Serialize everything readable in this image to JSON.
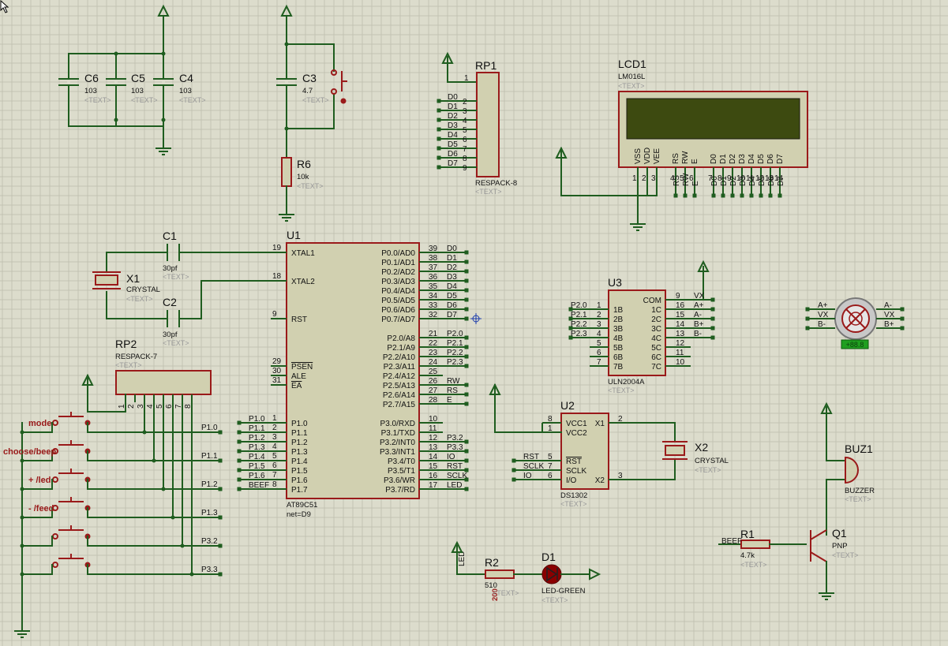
{
  "components": {
    "c6": {
      "ref": "C6",
      "value": "103",
      "text": "<TEXT>"
    },
    "c5": {
      "ref": "C5",
      "value": "103",
      "text": "<TEXT>"
    },
    "c4": {
      "ref": "C4",
      "value": "103",
      "text": "<TEXT>"
    },
    "c3": {
      "ref": "C3",
      "value": "4.7",
      "text": "<TEXT>"
    },
    "r6": {
      "ref": "R6",
      "value": "10k",
      "text": "<TEXT>"
    },
    "rp1": {
      "ref": "RP1",
      "type": "RESPACK-8",
      "text": "<TEXT>"
    },
    "lcd1": {
      "ref": "LCD1",
      "type": "LM016L",
      "text": "<TEXT>"
    },
    "c1": {
      "ref": "C1",
      "value": "30pf",
      "text": "<TEXT>"
    },
    "c2": {
      "ref": "C2",
      "value": "30pf",
      "text": "<TEXT>"
    },
    "x1": {
      "ref": "X1",
      "type": "CRYSTAL",
      "text": "<TEXT>"
    },
    "rp2": {
      "ref": "RP2",
      "type": "RESPACK-7",
      "text": "<TEXT>"
    },
    "u1": {
      "ref": "U1",
      "type": "AT89C51",
      "net": "net=D9"
    },
    "u3": {
      "ref": "U3",
      "type": "ULN2004A",
      "text": "<TEXT>"
    },
    "u2": {
      "ref": "U2",
      "type": "DS1302",
      "text": "<TEXT>"
    },
    "x2": {
      "ref": "X2",
      "type": "CRYSTAL",
      "text": "<TEXT>"
    },
    "buz1": {
      "ref": "BUZ1",
      "type": "BUZZER",
      "text": "<TEXT>"
    },
    "q1": {
      "ref": "Q1",
      "type": "PNP",
      "text": "<TEXT>"
    },
    "r1": {
      "ref": "R1",
      "value": "4.7k",
      "text": "<TEXT>"
    },
    "r2": {
      "ref": "R2",
      "value": "510",
      "overlay": "200",
      "text": "<TEXT>"
    },
    "d1": {
      "ref": "D1",
      "type": "LED-GREEN",
      "text": "<TEXT>"
    },
    "motor_counter": "+88.8"
  },
  "buttons": [
    "mode",
    "choose/beep",
    "+ /led",
    "-  /feed"
  ],
  "button_nets": [
    "P1.0",
    "P1.1",
    "P1.2",
    "P1.3",
    "P3.2",
    "P3.3"
  ],
  "rp1_pins": [
    {
      "net": "D0",
      "pin": "2"
    },
    {
      "net": "D1",
      "pin": "3"
    },
    {
      "net": "D2",
      "pin": "4"
    },
    {
      "net": "D3",
      "pin": "5"
    },
    {
      "net": "D4",
      "pin": "6"
    },
    {
      "net": "D5",
      "pin": "7"
    },
    {
      "net": "D6",
      "pin": "8"
    },
    {
      "net": "D7",
      "pin": "9"
    }
  ],
  "rp1_pin1": "1",
  "lcd_pins": [
    {
      "name": "VSS",
      "pin": "1",
      "net": ""
    },
    {
      "name": "VDD",
      "pin": "2",
      "net": ""
    },
    {
      "name": "VEE",
      "pin": "3",
      "net": ""
    },
    {
      "name": "RS",
      "pin": "4",
      "net": "RS"
    },
    {
      "name": "RW",
      "pin": "5",
      "net": "RW"
    },
    {
      "name": "E",
      "pin": "6",
      "net": "E"
    },
    {
      "name": "D0",
      "pin": "7",
      "net": "D0"
    },
    {
      "name": "D1",
      "pin": "8",
      "net": "D1"
    },
    {
      "name": "D2",
      "pin": "9",
      "net": "D2"
    },
    {
      "name": "D3",
      "pin": "10",
      "net": "D3"
    },
    {
      "name": "D4",
      "pin": "11",
      "net": "D4"
    },
    {
      "name": "D5",
      "pin": "12",
      "net": "D5"
    },
    {
      "name": "D6",
      "pin": "13",
      "net": "D6"
    },
    {
      "name": "D7",
      "pin": "14",
      "net": "D7"
    }
  ],
  "rp2_pins": [
    "1",
    "2",
    "3",
    "4",
    "5",
    "6",
    "7",
    "8"
  ],
  "u1_left": [
    {
      "pin": "19",
      "name": "XTAL1",
      "net": ""
    },
    {
      "pin": "18",
      "name": "XTAL2",
      "net": ""
    },
    {
      "pin": "9",
      "name": "RST",
      "net": ""
    },
    {
      "pin": "29",
      "name": "PSEN",
      "net": ""
    },
    {
      "pin": "30",
      "name": "ALE",
      "net": ""
    },
    {
      "pin": "31",
      "name": "EA",
      "net": ""
    },
    {
      "pin": "1",
      "name": "P1.0",
      "net": "P1.0"
    },
    {
      "pin": "2",
      "name": "P1.1",
      "net": "P1.1"
    },
    {
      "pin": "3",
      "name": "P1.2",
      "net": "P1.2"
    },
    {
      "pin": "4",
      "name": "P1.3",
      "net": "P1.3"
    },
    {
      "pin": "5",
      "name": "P1.4",
      "net": "P1.4"
    },
    {
      "pin": "6",
      "name": "P1.5",
      "net": "P1.5"
    },
    {
      "pin": "7",
      "name": "P1.6",
      "net": "P1.6"
    },
    {
      "pin": "8",
      "name": "P1.7",
      "net": "BEEF"
    }
  ],
  "u1_right": [
    {
      "pin": "39",
      "name": "P0.0/AD0",
      "net": "D0"
    },
    {
      "pin": "38",
      "name": "P0.1/AD1",
      "net": "D1"
    },
    {
      "pin": "37",
      "name": "P0.2/AD2",
      "net": "D2"
    },
    {
      "pin": "36",
      "name": "P0.3/AD3",
      "net": "D3"
    },
    {
      "pin": "35",
      "name": "P0.4/AD4",
      "net": "D4"
    },
    {
      "pin": "34",
      "name": "P0.5/AD5",
      "net": "D5"
    },
    {
      "pin": "33",
      "name": "P0.6/AD6",
      "net": "D6"
    },
    {
      "pin": "32",
      "name": "P0.7/AD7",
      "net": "D7"
    },
    {
      "pin": "21",
      "name": "P2.0/A8",
      "net": "P2.0"
    },
    {
      "pin": "22",
      "name": "P2.1/A9",
      "net": "P2.1"
    },
    {
      "pin": "23",
      "name": "P2.2/A10",
      "net": "P2.2"
    },
    {
      "pin": "24",
      "name": "P2.3/A11",
      "net": "P2.3"
    },
    {
      "pin": "25",
      "name": "P2.4/A12",
      "net": ""
    },
    {
      "pin": "26",
      "name": "P2.5/A13",
      "net": "RW"
    },
    {
      "pin": "27",
      "name": "P2.6/A14",
      "net": "RS"
    },
    {
      "pin": "28",
      "name": "P2.7/A15",
      "net": "E"
    },
    {
      "pin": "10",
      "name": "P3.0/RXD",
      "net": ""
    },
    {
      "pin": "11",
      "name": "P3.1/TXD",
      "net": ""
    },
    {
      "pin": "12",
      "name": "P3.2/INT0",
      "net": "P3.2"
    },
    {
      "pin": "13",
      "name": "P3.3/INT1",
      "net": "P3.3"
    },
    {
      "pin": "14",
      "name": "P3.4/T0",
      "net": "IO"
    },
    {
      "pin": "15",
      "name": "P3.5/T1",
      "net": "RST"
    },
    {
      "pin": "16",
      "name": "P3.6/WR",
      "net": "SCLK"
    },
    {
      "pin": "17",
      "name": "P3.7/RD",
      "net": "LED"
    }
  ],
  "u3_left": [
    {
      "pin": "1",
      "name": "1B",
      "net": "P2.0"
    },
    {
      "pin": "2",
      "name": "2B",
      "net": "P2.1"
    },
    {
      "pin": "3",
      "name": "3B",
      "net": "P2.2"
    },
    {
      "pin": "4",
      "name": "4B",
      "net": "P2.3"
    },
    {
      "pin": "5",
      "name": "5B",
      "net": ""
    },
    {
      "pin": "6",
      "name": "6B",
      "net": ""
    },
    {
      "pin": "7",
      "name": "7B",
      "net": ""
    }
  ],
  "u3_right": [
    {
      "pin": "9",
      "name": "COM",
      "net": "VX"
    },
    {
      "pin": "16",
      "name": "1C",
      "net": "A+"
    },
    {
      "pin": "15",
      "name": "2C",
      "net": "A-"
    },
    {
      "pin": "14",
      "name": "3C",
      "net": "B+"
    },
    {
      "pin": "13",
      "name": "4C",
      "net": "B-"
    },
    {
      "pin": "12",
      "name": "5C",
      "net": ""
    },
    {
      "pin": "11",
      "name": "6C",
      "net": ""
    },
    {
      "pin": "10",
      "name": "7C",
      "net": ""
    }
  ],
  "motor_left": [
    "A+",
    "VX",
    "B-"
  ],
  "motor_right": [
    "A-",
    "VX",
    "B+"
  ],
  "u2_left": [
    {
      "pin": "8",
      "name": "VCC1",
      "net": ""
    },
    {
      "pin": "1",
      "name": "VCC2",
      "net": ""
    },
    {
      "pin": "5",
      "name": "RST",
      "net": "RST"
    },
    {
      "pin": "7",
      "name": "SCLK",
      "net": "SCLK"
    },
    {
      "pin": "6",
      "name": "I/O",
      "net": "IO"
    }
  ],
  "u2_right": [
    {
      "pin": "2",
      "name": "X1"
    },
    {
      "pin": "3",
      "name": "X2"
    }
  ],
  "misc_nets": {
    "beef": "BEEF",
    "led": "LED"
  }
}
